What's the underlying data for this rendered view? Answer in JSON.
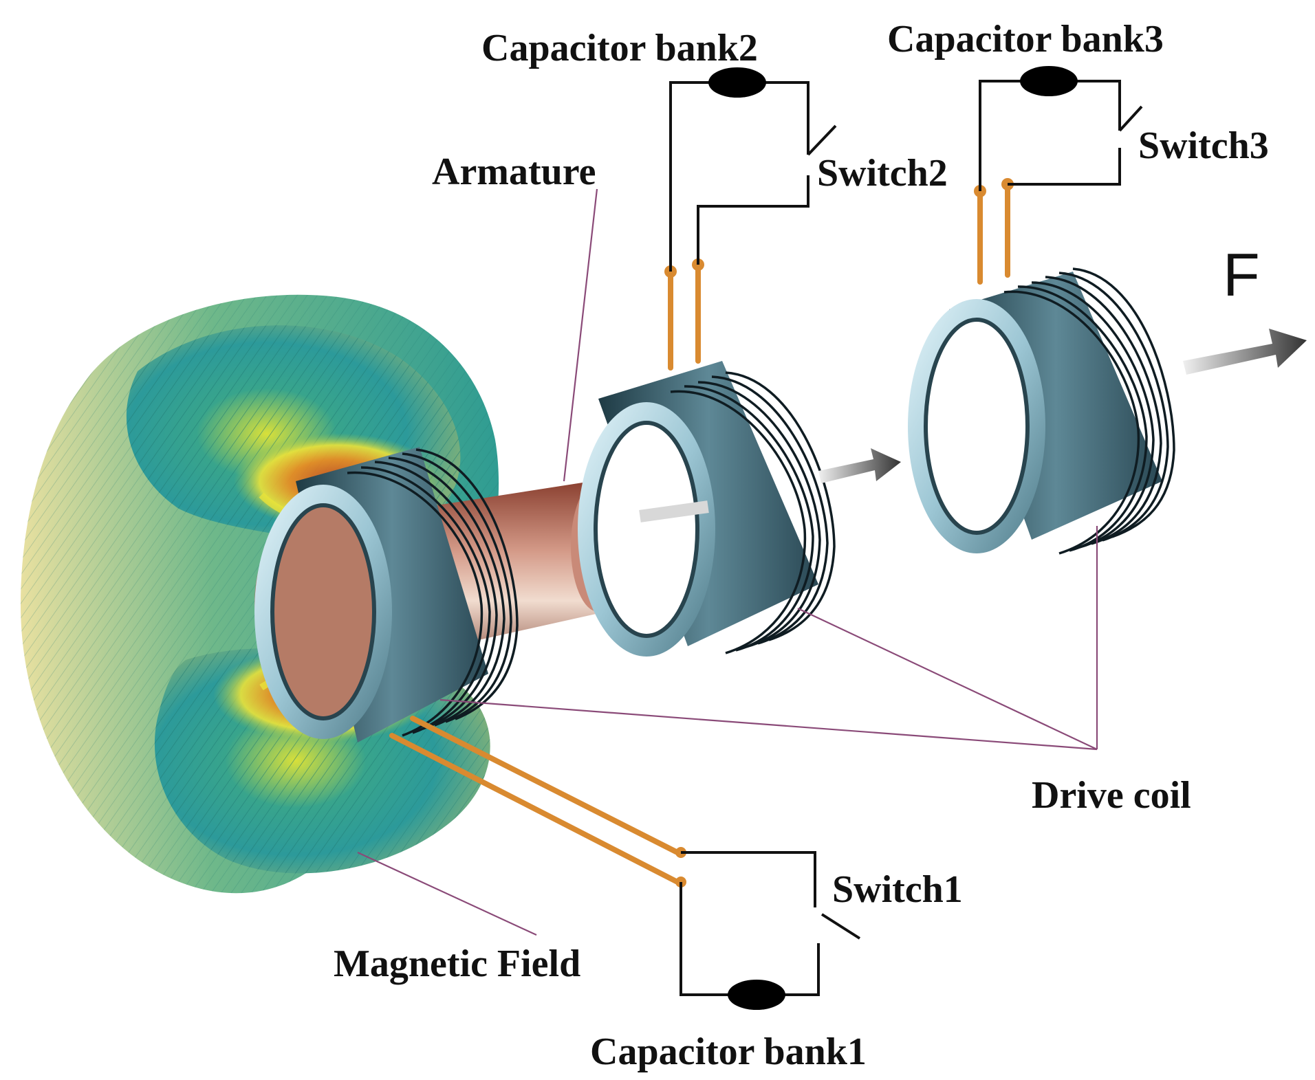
{
  "labels": {
    "capacitor_bank1": "Capacitor bank1",
    "capacitor_bank2": "Capacitor bank2",
    "capacitor_bank3": "Capacitor bank3",
    "switch1": "Switch1",
    "switch2": "Switch2",
    "switch3": "Switch3",
    "armature": "Armature",
    "drive_coil": "Drive coil",
    "magnetic_field": "Magnetic Field",
    "force": "F"
  },
  "colors": {
    "field_green": "#3aa58a",
    "field_yellow": "#e8e23a",
    "field_red": "#c8461e",
    "coil_body": "#3a5a66",
    "coil_rim": "#a9d3e0",
    "armature": "#b8735a",
    "lead": "#d98a30",
    "leader_line": "#8a4a78",
    "arrow": "#555555"
  }
}
